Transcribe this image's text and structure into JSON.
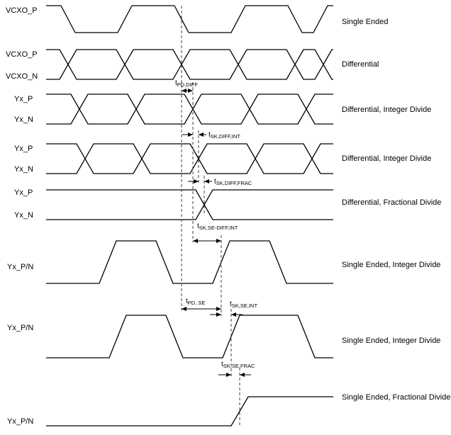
{
  "diagram": {
    "signals": [
      {
        "text": "VCXO_P"
      },
      {
        "text": "VCXO_P"
      },
      {
        "text": "VCXO_N"
      },
      {
        "text": "Yx_P"
      },
      {
        "text": "Yx_N"
      },
      {
        "text": "Yx_P"
      },
      {
        "text": "Yx_N"
      },
      {
        "text": "Yx_P"
      },
      {
        "text": "Yx_N"
      },
      {
        "text": "Yx_P/N"
      },
      {
        "text": "Yx_P/N"
      },
      {
        "text": "Yx_P/N"
      }
    ],
    "right_labels": [
      {
        "text": "Single Ended"
      },
      {
        "text": "Differential"
      },
      {
        "text": "Differential, Integer Divide"
      },
      {
        "text": "Differential, Integer Divide"
      },
      {
        "text": "Differential, Fractional Divide"
      },
      {
        "text": "Single Ended, Integer Divide"
      },
      {
        "text": "Single Ended, Integer Divide"
      },
      {
        "text": "Single Ended, Fractional Divide"
      }
    ],
    "timing": [
      {
        "prefix": "t",
        "sub": "PD,DIFF"
      },
      {
        "prefix": "t",
        "sub": "SK,DIFF,INT"
      },
      {
        "prefix": "t",
        "sub": "SK,DIFF,FRAC"
      },
      {
        "prefix": "t",
        "sub": "SK,SE-DIFF,INT"
      },
      {
        "prefix": "t",
        "sub": "PD, SE"
      },
      {
        "prefix": "t",
        "sub": "SK,SE,INT"
      },
      {
        "prefix": "t",
        "sub": "SK,SE,FRAC"
      }
    ],
    "colors": {
      "line": "#000000",
      "dash": "#404040"
    }
  }
}
